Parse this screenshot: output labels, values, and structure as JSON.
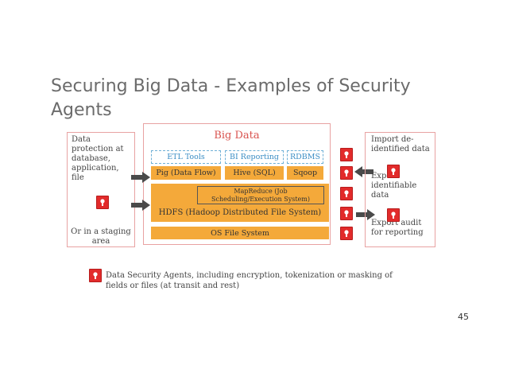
{
  "slide": {
    "title": "Securing Big Data - Examples of Security Agents",
    "page_number": "45"
  },
  "left_panel": {
    "top_text": "Data protection at database, application, file",
    "bottom_text": "Or in a staging area"
  },
  "center": {
    "title": "Big Data",
    "tools": [
      "ETL Tools",
      "BI Reporting",
      "RDBMS"
    ],
    "row2": [
      "Pig (Data Flow)",
      "Hive (SQL)",
      "Sqoop"
    ],
    "mapreduce": "MapReduce (Job Scheduling/Execution System)",
    "hdfs": "HDFS (Hadoop Distributed File System)",
    "os": "OS File System"
  },
  "right_panel": {
    "import": "Import de-identified data",
    "export_identifiable": "Export identifiable data",
    "export_audit": "Export audit for reporting"
  },
  "legend": {
    "text": "Data Security Agents, including encryption, tokenization or masking of fields or files (at transit and rest)"
  },
  "colors": {
    "accent_red": "#e22b2b",
    "orange": "#f4a93a",
    "tool_blue": "#3a8dc4",
    "panel_border": "#e8a2a2"
  },
  "icons": [
    "lock-icon",
    "arrow-right-icon",
    "arrow-left-icon"
  ]
}
